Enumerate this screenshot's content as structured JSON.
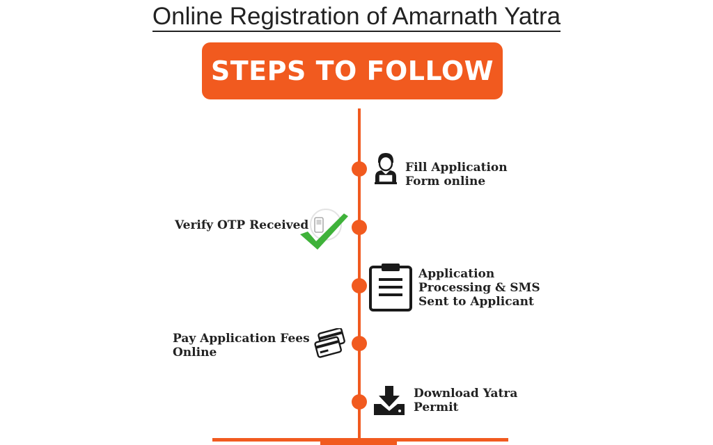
{
  "title": "Online Registration of Amarnath Yatra",
  "banner": "STEPS TO FOLLOW",
  "steps": [
    {
      "line1": "Fill Application",
      "line2": "Form online",
      "icon": "person-laptop-icon"
    },
    {
      "line1": "Verify OTP Received",
      "line2": "",
      "icon": "phone-checkmark-icon"
    },
    {
      "line1": "Application",
      "line2": "Processing & SMS",
      "line3": "Sent to Applicant",
      "icon": "clipboard-icon"
    },
    {
      "line1": "Pay Application Fees",
      "line2": "Online",
      "icon": "credit-cards-icon"
    },
    {
      "line1": "Download Yatra",
      "line2": "Permit",
      "icon": "download-icon"
    }
  ],
  "colors": {
    "accent": "#f15a1f",
    "text": "#222222",
    "check": "#3fb23a"
  }
}
